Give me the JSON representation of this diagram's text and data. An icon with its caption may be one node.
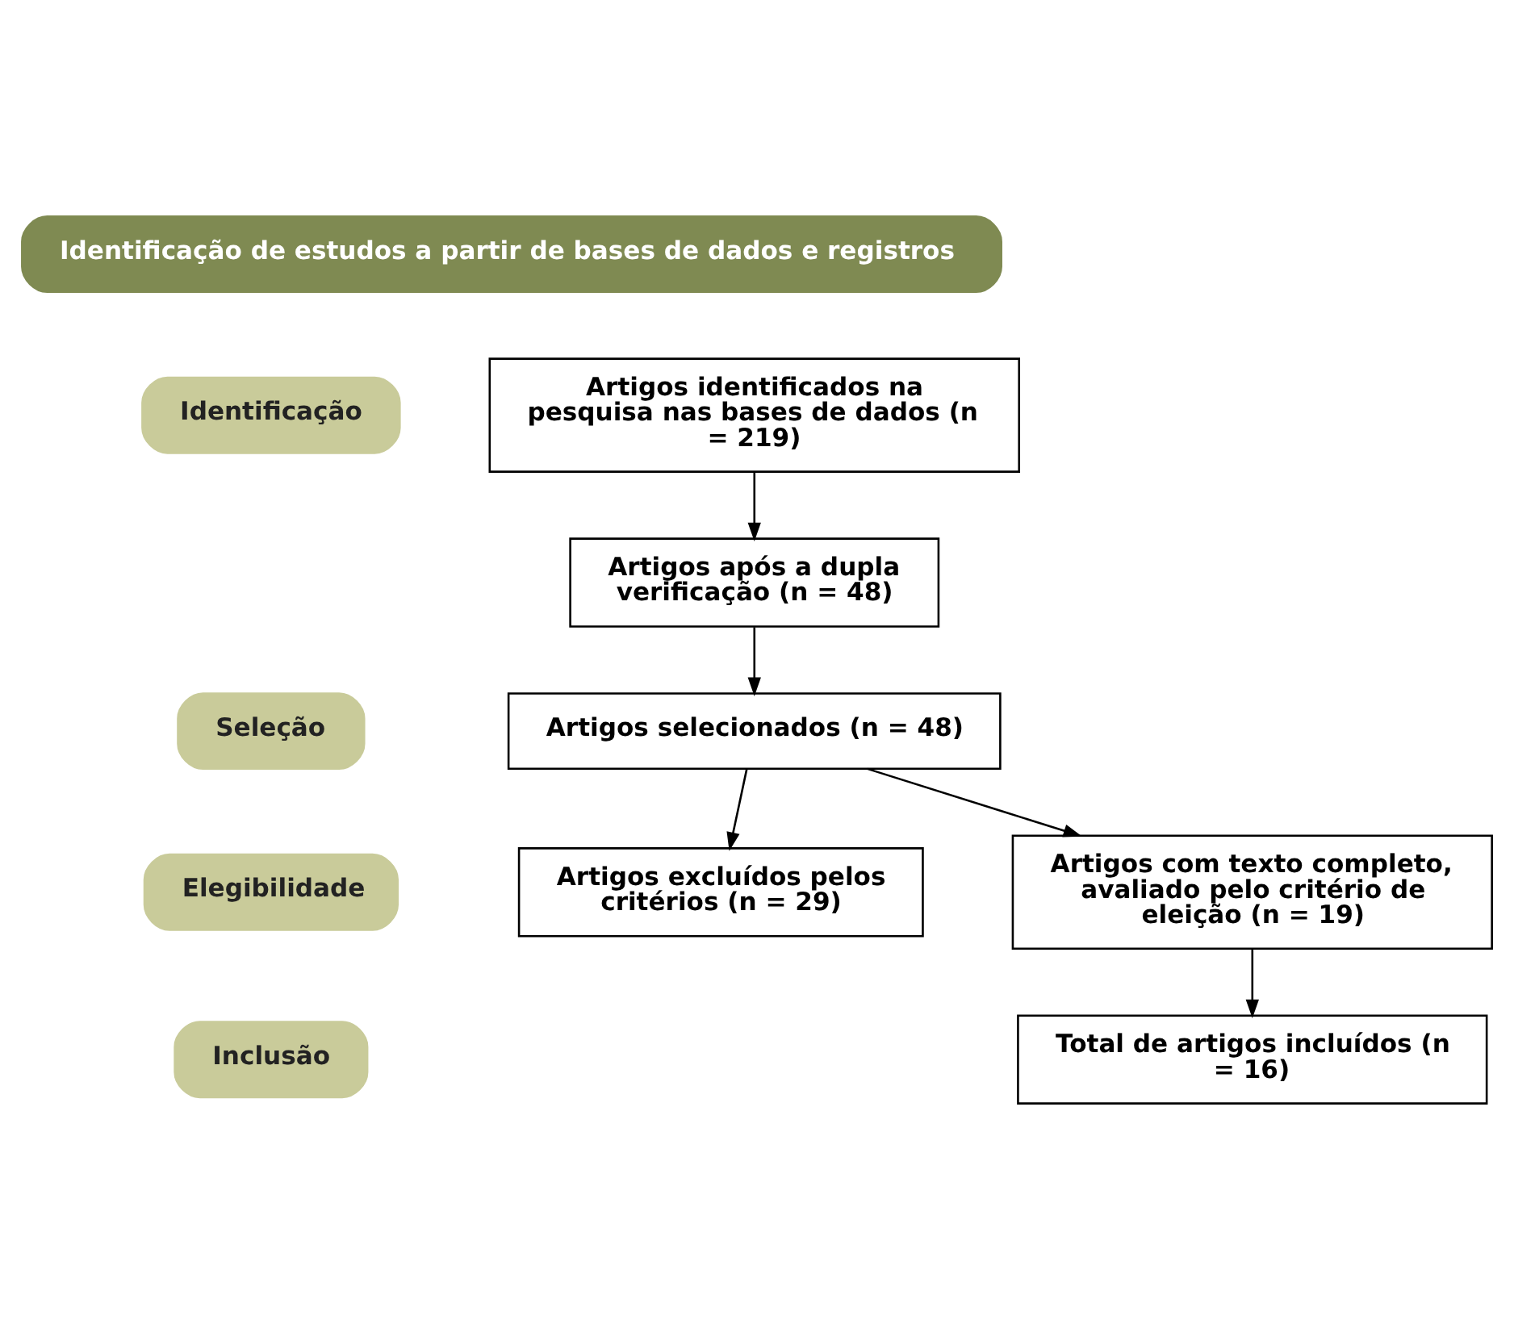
{
  "diagram": {
    "nodes": [
      {
        "text": [
          "Identificação de estudos a partir de bases de dados e registros"
        ]
      },
      {
        "text": [
          "Identificação"
        ]
      },
      {
        "text": [
          "Artigos identificados na pesquisa nas bases de dados (n = 219)"
        ]
      },
      {
        "text": [
          "Artigos após a dupla verificação (n = 48)"
        ]
      },
      {
        "text": [
          "Seleção"
        ]
      },
      {
        "text": [
          "Artigos selecionados (n = 48)"
        ]
      },
      {
        "text": [
          "Artigos excluídos pelos critérios (n = 29)"
        ]
      },
      {
        "text": [
          "Elegibilidade"
        ]
      },
      {
        "text": [
          "Artigos com texto completo, avaliado pelo critério de eleição (n = 19)"
        ]
      },
      {
        "text": [
          "Inclusão"
        ]
      },
      {
        "text": [
          "Total de artigos incluídos (n = 16)"
        ]
      }
    ],
    "edges": [
      {
        "from": 2,
        "to": 3,
        "arrow": "to"
      },
      {
        "from": 3,
        "to": 5,
        "arrow": "to"
      },
      {
        "from": 5,
        "to": 6,
        "arrow": "to"
      },
      {
        "from": 5,
        "to": 8,
        "arrow": "to"
      },
      {
        "from": 8,
        "to": 10,
        "arrow": "to"
      }
    ]
  }
}
